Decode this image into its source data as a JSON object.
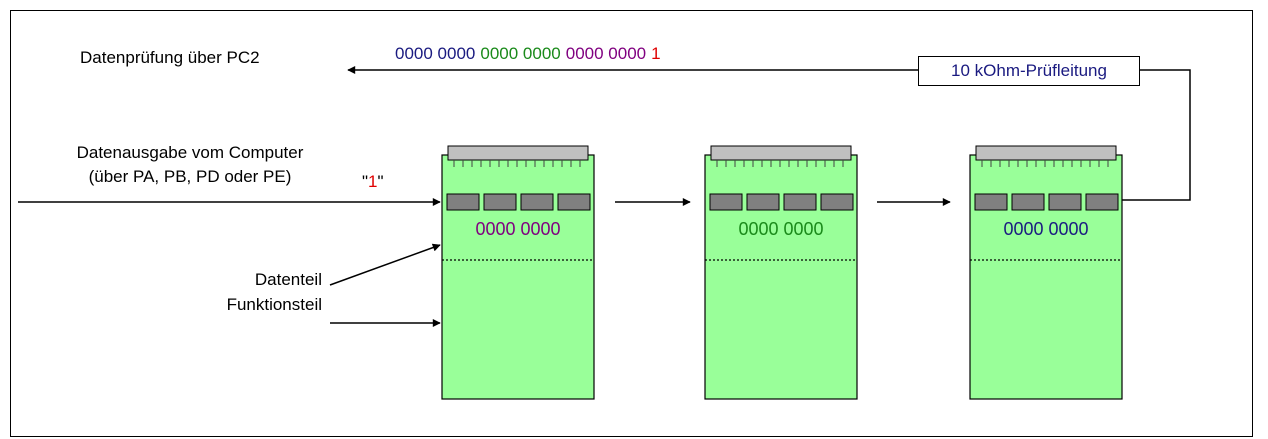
{
  "labels": {
    "check": "Datenprüfung über PC2",
    "output_line1": "Datenausgabe vom Computer",
    "output_line2": "(über PA, PB, PD oder PE)",
    "input_bit_open": "\"",
    "input_bit_value": "1",
    "input_bit_close": "\"",
    "data_part": "Datenteil",
    "function_part": "Funktionsteil",
    "resistor": "10 kOhm-Prüfleitung"
  },
  "bitstream": [
    {
      "text": "0000 0000",
      "color": "#1a1a80"
    },
    {
      "text": "0000 0000",
      "color": "#1a8a1a"
    },
    {
      "text": "0000 0000",
      "color": "#800080"
    },
    {
      "text": "1",
      "color": "#e00000"
    }
  ],
  "cards": [
    {
      "value": "0000 0000",
      "color": "#800080"
    },
    {
      "value": "0000 0000",
      "color": "#1a8a1a"
    },
    {
      "value": "0000 0000",
      "color": "#1a1a80"
    }
  ],
  "colors": {
    "card_fill": "#99ff99",
    "connector": "#c0c0c0",
    "chip": "#808080",
    "highlight_bit": "#e00000"
  }
}
